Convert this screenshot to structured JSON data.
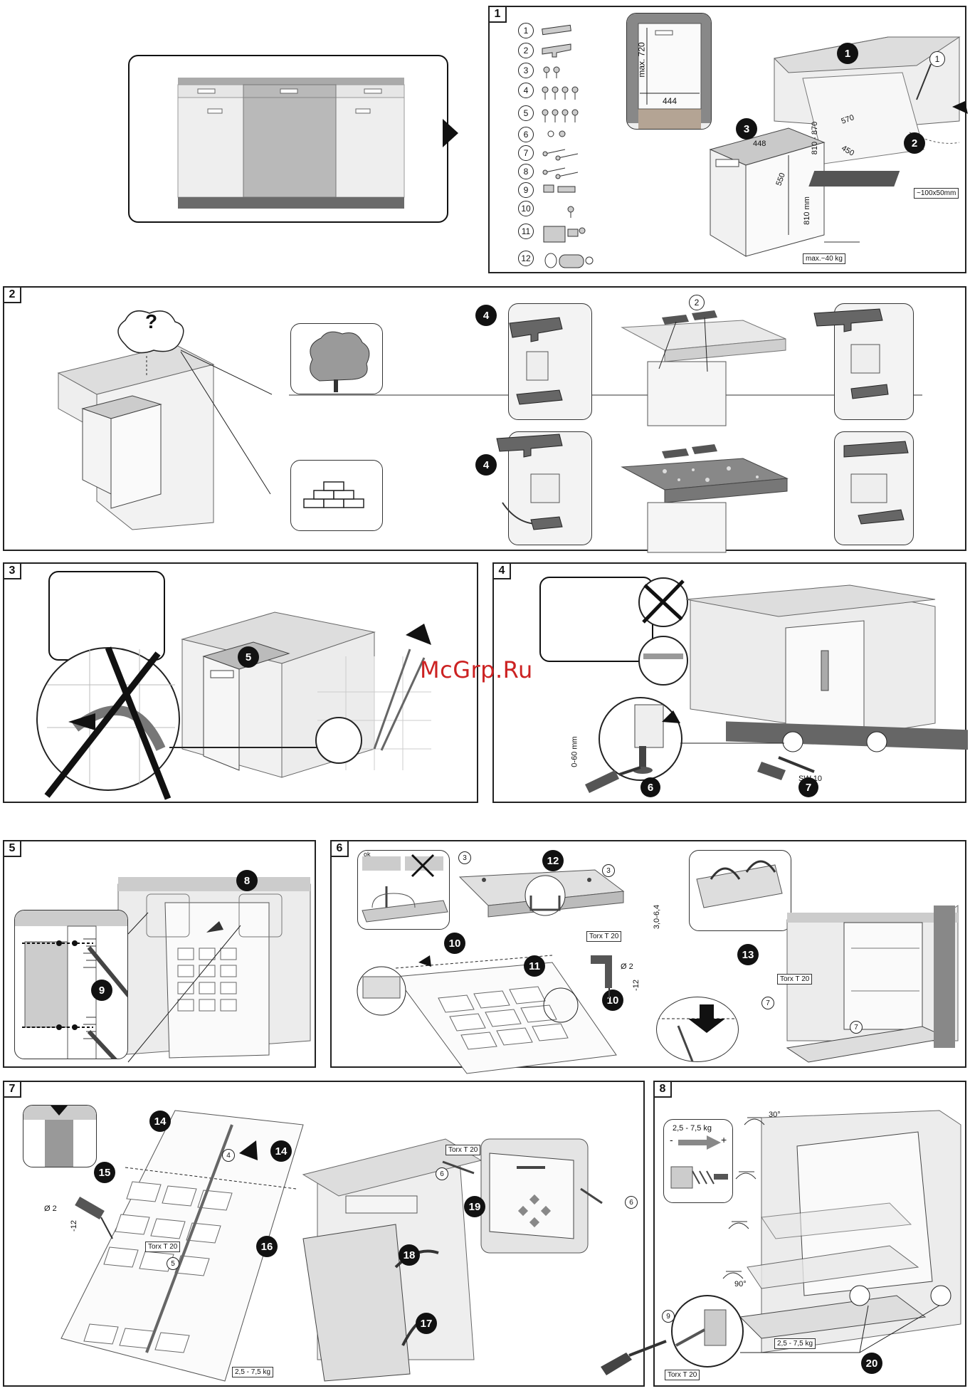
{
  "watermark": "McGrp.Ru",
  "panels": [
    {
      "number": "1"
    },
    {
      "number": "2"
    },
    {
      "number": "3"
    },
    {
      "number": "4"
    },
    {
      "number": "5"
    },
    {
      "number": "6"
    },
    {
      "number": "7"
    },
    {
      "number": "8"
    }
  ],
  "p1": {
    "parts": [
      "1",
      "2",
      "3",
      "4",
      "5",
      "6",
      "7",
      "8",
      "9",
      "10",
      "11",
      "12"
    ],
    "niche_height": "max. 720",
    "niche_width": "444",
    "steps": [
      "1",
      "2",
      "3"
    ],
    "dim_width": "448",
    "dim_depth": "550",
    "dim_height": "810 mm",
    "dim_570": "570",
    "dim_450": "450",
    "dim_range": "810 - 870",
    "hole": "~100x50mm",
    "weight": "max.~40 kg",
    "callout_part": "1"
  },
  "p2": {
    "question": "?",
    "steps": [
      "4",
      "4"
    ],
    "part": "2"
  },
  "p3": {
    "step": "5"
  },
  "p4": {
    "range": "0-60 mm",
    "wrench": "SW 10",
    "steps": [
      "6",
      "7"
    ]
  },
  "p5": {
    "steps": [
      "8",
      "9"
    ]
  },
  "p6": {
    "steps": [
      "12",
      "10",
      "11",
      "10",
      "13"
    ],
    "small": [
      "3",
      "3",
      "7",
      "7"
    ],
    "torx": "Torx T 20",
    "torx2": "Torx T 20",
    "depth": "3,0-6,4",
    "drill": "Ø 2",
    "drill_depth": "-12",
    "ok": "ok"
  },
  "p7": {
    "steps": [
      "14",
      "14",
      "15",
      "16",
      "19",
      "18",
      "17"
    ],
    "small": [
      "4",
      "5",
      "6",
      "6"
    ],
    "drill": "Ø 2",
    "drill_depth": "-12",
    "torx": "Torx T 20",
    "torx2": "Torx T 20",
    "weight": "2,5 - 7,5 kg"
  },
  "p8": {
    "spring": "2,5 - 7,5 kg",
    "angle1": "30°",
    "angle2": "90°",
    "step": "20",
    "small": "9",
    "torx": "Torx T 20",
    "weight": "2,5 - 7,5 kg",
    "minus": "-",
    "plus": "+"
  }
}
